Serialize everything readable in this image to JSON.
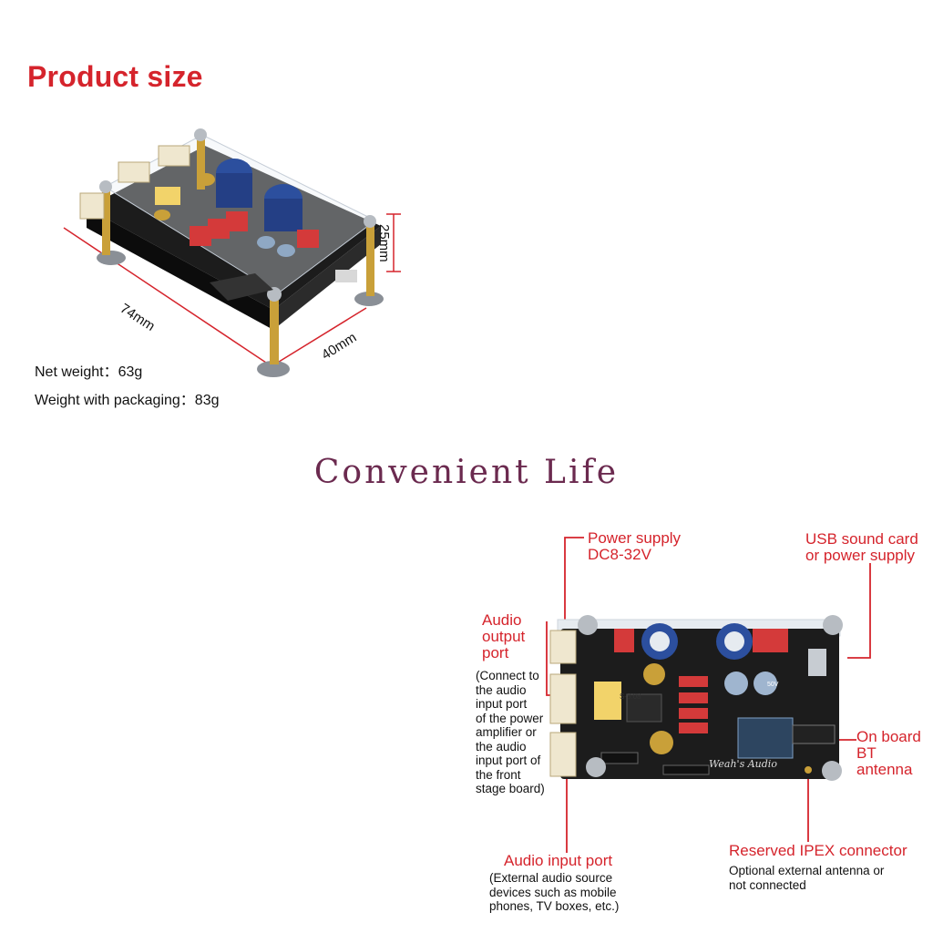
{
  "header": {
    "title": "Product size"
  },
  "dimensions": {
    "length": "74mm",
    "width": "40mm",
    "height": "25mm"
  },
  "specs": {
    "net_weight": "Net weight：63g",
    "packaged_weight": "Weight with packaging：83g"
  },
  "slogan": "Convenient Life",
  "board": {
    "silkscreen_brand": "Weah's Audio",
    "chip_label": "S-8.08",
    "cap_label": "50V"
  },
  "callouts": {
    "power_title_1": "Power supply",
    "power_title_2": "DC8-32V",
    "usb_title_1": "USB sound card",
    "usb_title_2": "or power supply",
    "audio_out_title_1": "Audio",
    "audio_out_title_2": "output",
    "audio_out_title_3": "port",
    "audio_out_note": [
      "(Connect to",
      "the audio",
      "input port",
      "of the power",
      "amplifier or",
      "the audio",
      "input port of",
      "the front",
      "stage board)"
    ],
    "bt_title_1": "On board",
    "bt_title_2": "BT",
    "bt_title_3": "antenna",
    "audio_in_title": "Audio input port",
    "audio_in_note": [
      "(External audio source",
      "devices such as mobile",
      "phones, TV boxes, etc.)"
    ],
    "ipex_title": "Reserved IPEX connector",
    "ipex_note": [
      "Optional external antenna or",
      "not connected"
    ]
  },
  "colors": {
    "accent": "#d5242c",
    "slogan": "#6b2a4f",
    "pcb": "#1c1c1c"
  }
}
